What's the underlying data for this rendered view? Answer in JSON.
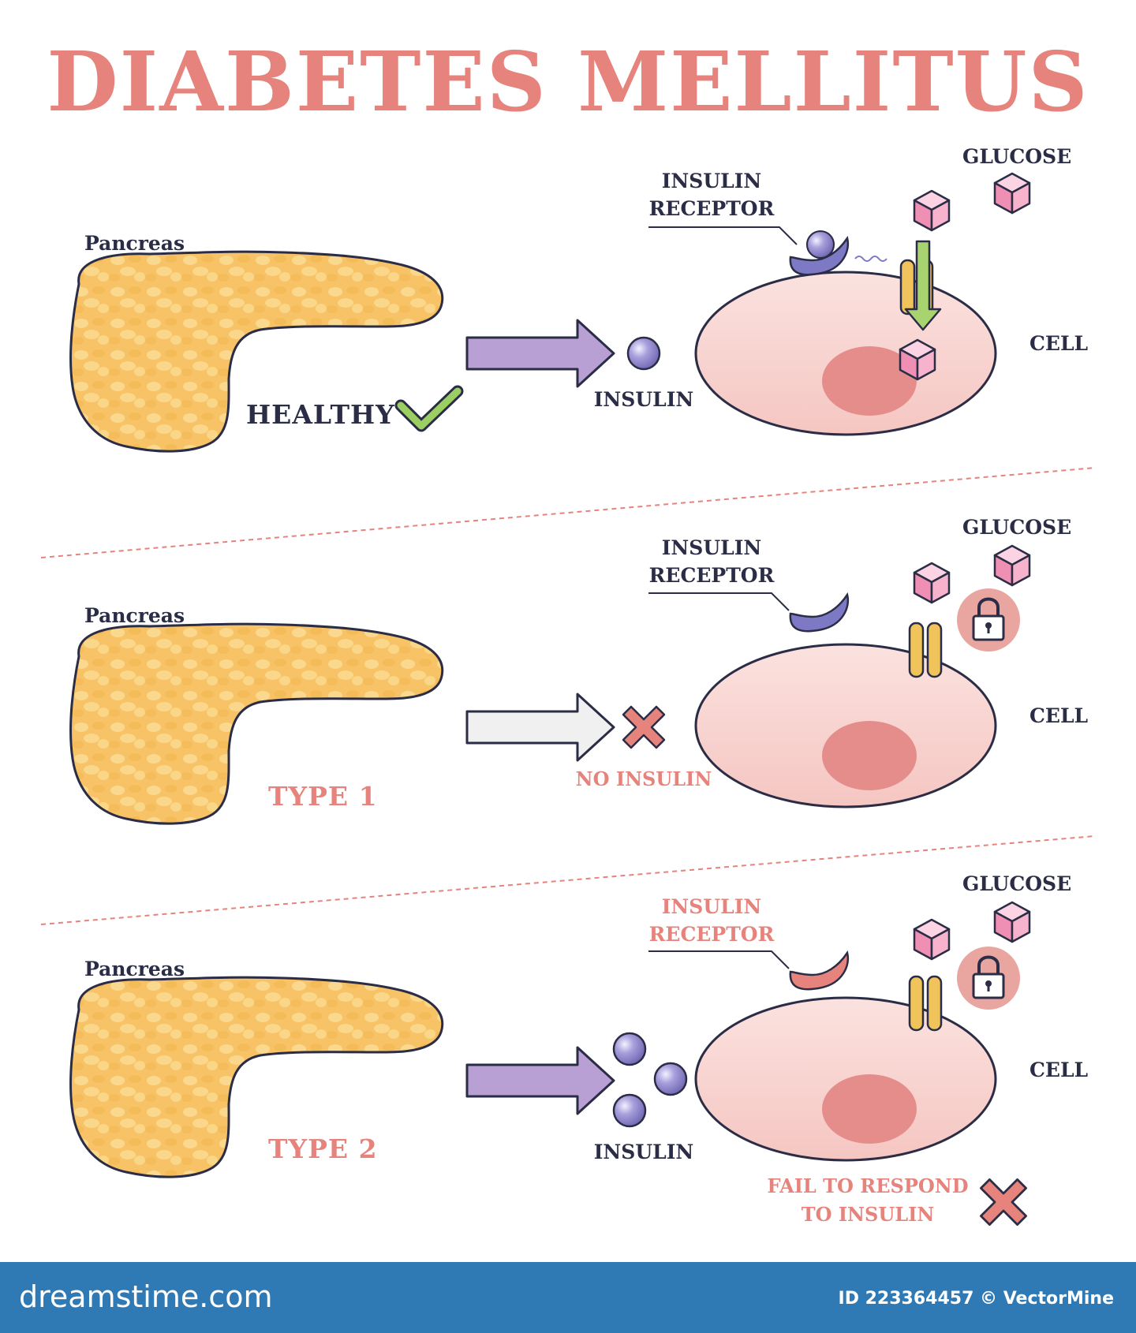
{
  "title": "DIABETES MELLITUS",
  "colors": {
    "title": "#e5837c",
    "label_dark": "#2a2d45",
    "pancreas": "#f7c366",
    "cell": "#f8d4d1",
    "nucleus": "#e58d8a",
    "insulin": "#8d84c8",
    "receptor": "#7d79c4",
    "channel": "#f0c45a",
    "glucose": "#f2a6c3",
    "arrow_purple": "#b8a0d4",
    "check": "#9bcf63",
    "footer": "#2f79b5"
  },
  "panels": [
    {
      "id": "healthy",
      "pancreas_label": "Pancreas",
      "status": "HEALTHY",
      "status_icon": "check-icon",
      "insulin_label": "INSULIN",
      "receptor_label_line1": "INSULIN",
      "receptor_label_line2": "RECEPTOR",
      "glucose_label": "GLUCOSE",
      "cell_label": "CELL"
    },
    {
      "id": "type1",
      "pancreas_label": "Pancreas",
      "status": "TYPE 1",
      "insulin_label": "NO INSULIN",
      "receptor_label_line1": "INSULIN",
      "receptor_label_line2": "RECEPTOR",
      "glucose_label": "GLUCOSE",
      "cell_label": "CELL",
      "icons": [
        "cross-icon",
        "lock-icon"
      ]
    },
    {
      "id": "type2",
      "pancreas_label": "Pancreas",
      "status": "TYPE 2",
      "insulin_label": "INSULIN",
      "receptor_label_line1": "INSULIN",
      "receptor_label_line2": "RECEPTOR",
      "glucose_label": "GLUCOSE",
      "cell_label": "CELL",
      "fail_line1": "FAIL TO RESPOND",
      "fail_line2": "TO INSULIN",
      "icons": [
        "cross-icon",
        "lock-icon"
      ]
    }
  ],
  "footer": {
    "brand": "dreamstime.com",
    "credit": "ID 223364457 © VectorMine"
  }
}
